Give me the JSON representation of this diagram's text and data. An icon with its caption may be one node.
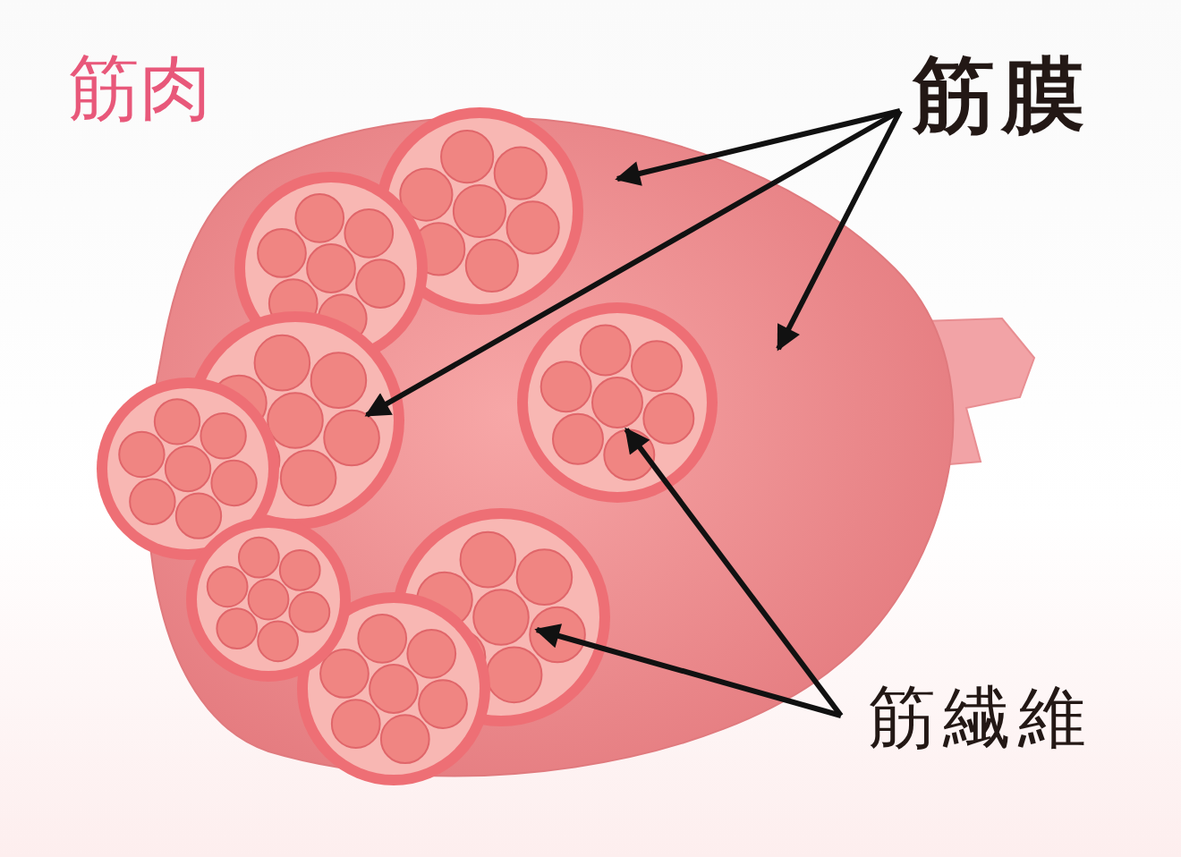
{
  "diagram": {
    "title": "筋肉",
    "nodes": [
      {
        "text": [
          "筋膜"
        ]
      },
      {
        "text": [
          "筋繊維"
        ]
      }
    ],
    "edges": [
      {
        "from": 0,
        "to": null,
        "arrow": "to"
      },
      {
        "from": 0,
        "to": null,
        "arrow": "to"
      },
      {
        "from": 0,
        "to": null,
        "arrow": "to"
      },
      {
        "from": 1,
        "to": null,
        "arrow": "to"
      },
      {
        "from": 1,
        "to": null,
        "arrow": "to"
      }
    ]
  }
}
